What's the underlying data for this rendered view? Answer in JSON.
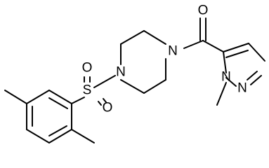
{
  "molecule": {
    "atoms": {
      "o_carbonyl": "O",
      "n_piperazine_right": "N",
      "n_piperazine_left": "N",
      "s_sulfonyl": "S",
      "o_sulfonyl_top": "O",
      "o_sulfonyl_bottom": "O",
      "n_pyrazole_methyl": "N",
      "n_pyrazole_ring": "N"
    }
  }
}
